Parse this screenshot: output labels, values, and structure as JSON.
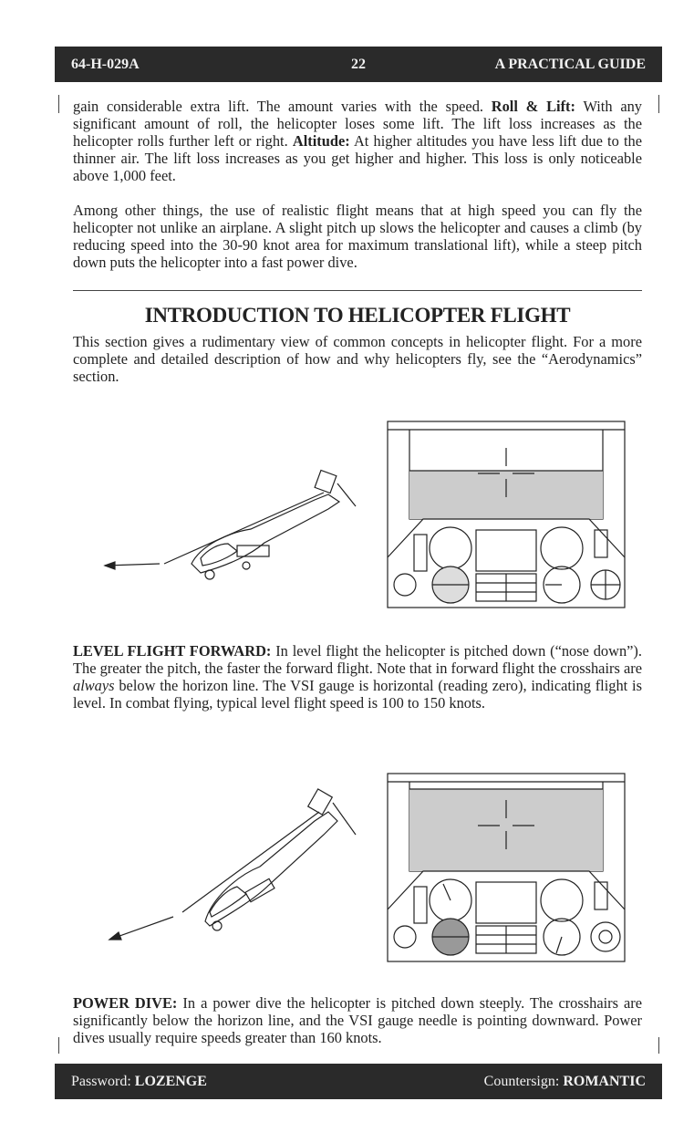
{
  "header": {
    "left": "64-H-029A",
    "page_number": "22",
    "right": "A PRACTICAL GUIDE"
  },
  "paragraph1": {
    "part1": "gain considerable extra lift. The amount varies with the speed. ",
    "bold1": "Roll & Lift:",
    "part2": " With any significant amount of roll, the helicopter loses some lift. The lift loss increases as the helicopter rolls further left or right. ",
    "bold2": "Altitude:",
    "part3": " At higher altitudes you have less lift due to the thinner air. The lift loss increases as you get higher and higher. This loss is only noticeable above 1,000 feet."
  },
  "paragraph2": "Among other things, the use of realistic flight means that at high speed you can fly the helicopter not unlike an airplane. A slight pitch up slows the helicopter and causes a climb (by reducing speed into the 30-90 knot area for maximum translational lift), while a steep pitch down puts the helicopter into a fast power dive.",
  "section_heading": "INTRODUCTION TO HELICOPTER FLIGHT",
  "paragraph3": "This section gives a rudimentary view of common concepts in helicopter flight. For a more complete and detailed description of how and why helicopters fly, see the “Aerodynamics” section.",
  "level_flight": {
    "bold": "LEVEL FLIGHT FORWARD:",
    "text1": " In level flight the helicopter is pitched down (“nose down”). The greater the pitch, the faster the forward flight. Note that in forward flight the crosshairs are ",
    "italic": "always",
    "text2": " below the horizon line. The VSI gauge is horizontal (reading zero), indicating flight is level. In combat flying, typical level flight speed is 100 to 150 knots."
  },
  "power_dive": {
    "bold": "POWER DIVE:",
    "text": " In a power dive the helicopter is pitched down steeply. The crosshairs are significantly below the horizon line, and the VSI gauge needle is pointing downward. Power dives usually require speeds greater than 160 knots."
  },
  "footer": {
    "password_label": "Password: ",
    "password": "LOZENGE",
    "countersign_label": "Countersign: ",
    "countersign": "ROMANTIC"
  }
}
